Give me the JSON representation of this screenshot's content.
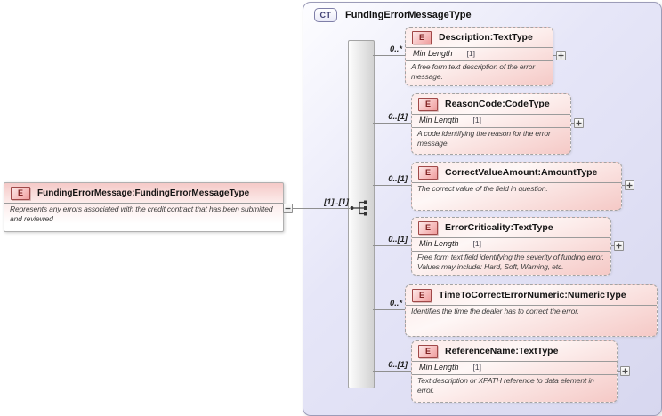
{
  "diagram": {
    "separator": " : ",
    "root_element": {
      "badge": "E",
      "name": "FundingErrorMessage",
      "type": "FundingErrorMessageType",
      "annotation": "Represents any errors associated with the credit contract that has been submitted and reviewed",
      "connector_cardinality": "[1]..[1]"
    },
    "complex_type": {
      "badge": "CT",
      "title": "FundingErrorMessageType",
      "compositor": "sequence",
      "children": [
        {
          "badge": "E",
          "name": "Description",
          "type": "TextType",
          "cardinality": "0..*",
          "facet_name": "Min Length",
          "facet_value": "[1]",
          "annotation": "A free form text description of the error message.",
          "expandable": true
        },
        {
          "badge": "E",
          "name": "ReasonCode",
          "type": "CodeType",
          "cardinality": "0..[1]",
          "facet_name": "Min Length",
          "facet_value": "[1]",
          "annotation": "A code identifying the reason for the error message.",
          "expandable": true
        },
        {
          "badge": "E",
          "name": "CorrectValueAmount",
          "type": "AmountType",
          "cardinality": "0..[1]",
          "annotation": "The correct value of the field in question.",
          "expandable": true
        },
        {
          "badge": "E",
          "name": "ErrorCriticality",
          "type": "TextType",
          "cardinality": "0..[1]",
          "facet_name": "Min Length",
          "facet_value": "[1]",
          "annotation": "Free form text field identifying the severity of funding error. Values may include: Hard, Soft, Warning, etc.",
          "expandable": true
        },
        {
          "badge": "E",
          "name": "TimeToCorrectErrorNumeric",
          "type": "NumericType",
          "cardinality": "0..*",
          "annotation": "Identifies the time the dealer has to correct the error.",
          "expandable": false
        },
        {
          "badge": "E",
          "name": "ReferenceName",
          "type": "TextType",
          "cardinality": "0..[1]",
          "facet_name": "Min Length",
          "facet_value": "[1]",
          "annotation": "Text description or XPATH reference to data element in error.",
          "expandable": true
        }
      ]
    },
    "icons": {
      "collapse": "minus-icon",
      "expand": "plus-icon",
      "compositor": "sequence-icon"
    },
    "colors": {
      "element_fill": "#f5c9c6",
      "element_badge_border": "#a04848",
      "container_fill": "#dcdcf2",
      "container_border": "#9c9cb8",
      "connector": "#8f8f8f"
    }
  }
}
